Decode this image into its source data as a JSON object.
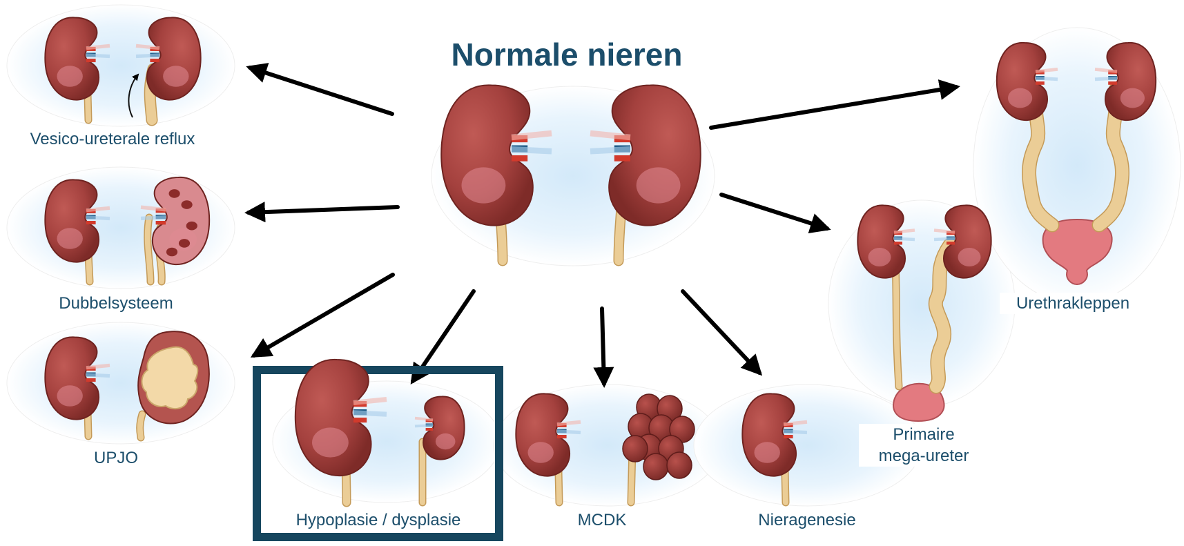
{
  "title": "Normale nieren",
  "colors": {
    "title": "#1c4e6b",
    "label": "#1c4e6b",
    "highlight_frame": "#16465e",
    "kidney": "#a4413e",
    "kidney_dark": "#6e2320",
    "kidney_pink": "#e08a94",
    "ureter": "#ebcd96",
    "ureter_dark": "#c49a58",
    "bladder": "#e37a80",
    "vessel_red": "#d23a2c",
    "vessel_blue": "#1e5a86",
    "arrow": "#000000",
    "panel_bg": "#dbeefb"
  },
  "center": {
    "name": "Normale nieren"
  },
  "conditions": [
    {
      "id": "reflux",
      "label": "Vesico-ureterale reflux"
    },
    {
      "id": "duplex",
      "label": "Dubbelsysteem"
    },
    {
      "id": "upjo",
      "label": "UPJO"
    },
    {
      "id": "hypoplasia",
      "label": "Hypoplasie / dysplasie",
      "highlighted": true
    },
    {
      "id": "mcdk",
      "label": "MCDK"
    },
    {
      "id": "agenesis",
      "label": "Nieragenesie"
    },
    {
      "id": "megaureter",
      "label_lines": [
        "Primaire",
        "mega-ureter"
      ]
    },
    {
      "id": "valves",
      "label": "Urethrakleppen"
    }
  ]
}
